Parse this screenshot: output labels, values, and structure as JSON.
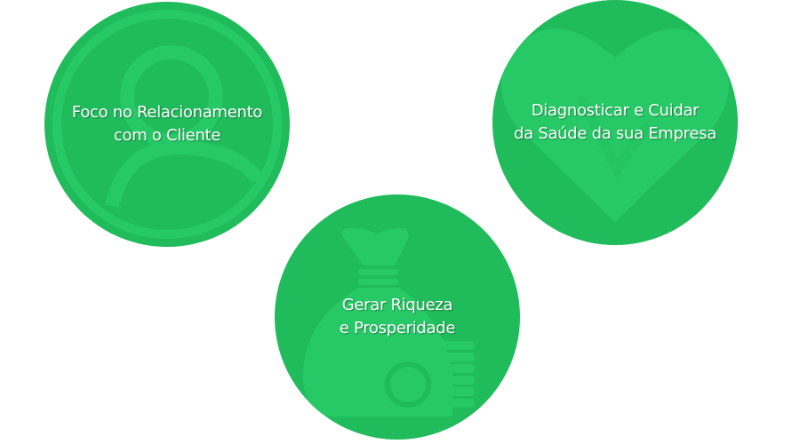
{
  "colors": {
    "circle": "#20bb5b",
    "icon": "#27c966",
    "text": "#ffffff"
  },
  "items": [
    {
      "icon": "user-icon",
      "line1": "Foco no Relacionamento",
      "line2": "com o Cliente"
    },
    {
      "icon": "heart-icon",
      "line1": "Diagnosticar e Cuidar",
      "line2": "da Saúde da sua Empresa"
    },
    {
      "icon": "money-bag-icon",
      "line1": "Gerar Riqueza",
      "line2": "e Prosperidade"
    }
  ]
}
